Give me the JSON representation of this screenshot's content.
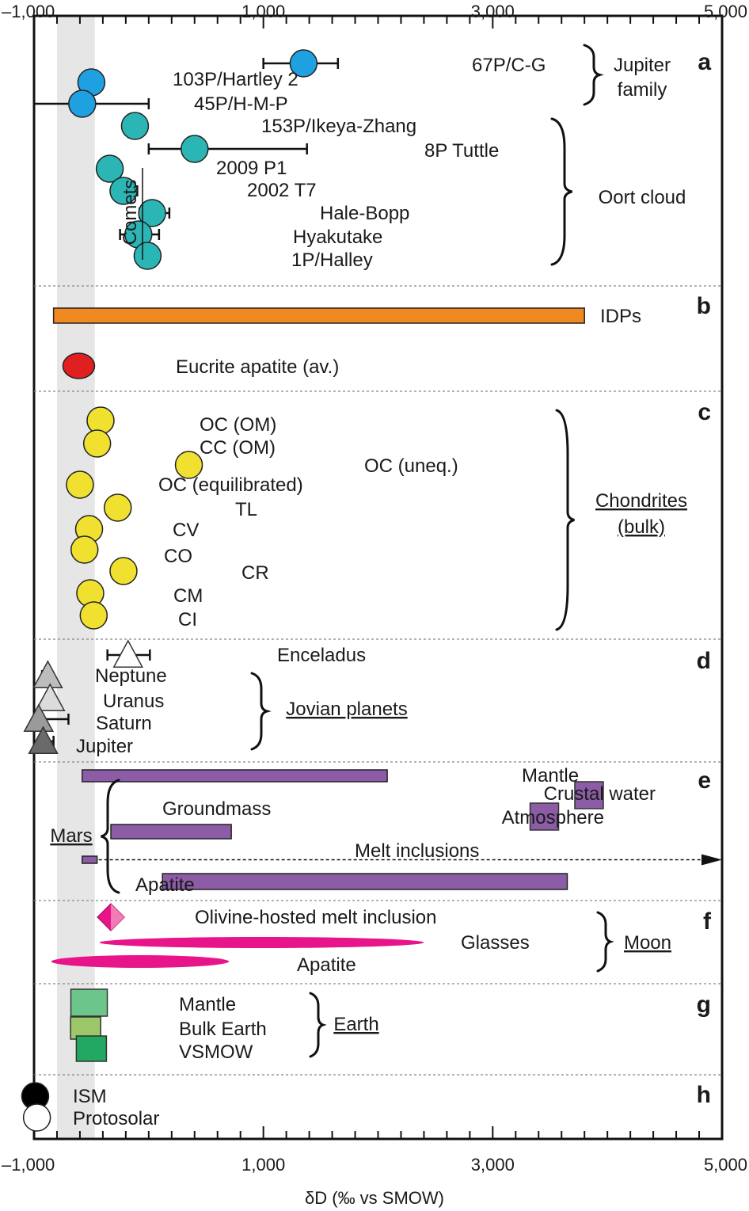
{
  "chart_data": {
    "type": "scatter",
    "title": "",
    "xlabel": "δD (‰ vs SMOW)",
    "xlim": [
      -1000,
      5000
    ],
    "xticks": [
      -1000,
      1000,
      3000,
      5000
    ],
    "xtick_labels": [
      "–1,000",
      "1,000",
      "3,000",
      "5,000"
    ],
    "xminor_step": 200,
    "shaded_band": {
      "name": "Comets",
      "label": "Comets",
      "x_range": [
        -800,
        -470
      ],
      "color": "#dcdcdc"
    },
    "colors": {
      "jupiter_family": "#1fa0e0",
      "oort": "#2bb5b5",
      "idp": "#f08a20",
      "eucrite": "#e02020",
      "chondrite": "#f0e030",
      "mars": "#8c5ca6",
      "moon": "#e8158a",
      "earth_mantle": "#6cc58a",
      "earth_bulk": "#9cc86a",
      "vsmow": "#22a860"
    },
    "panels": [
      {
        "letter": "a",
        "groups": [
          {
            "label": "Jupiter family",
            "label_lines": [
              "Jupiter",
              "family"
            ],
            "underline": false
          },
          {
            "label": "Oort cloud",
            "label_lines": [
              "Oort cloud"
            ],
            "underline": false
          }
        ],
        "points": [
          {
            "label": "67P/C-G",
            "x": 1350,
            "err": [
              1000,
              1650
            ],
            "marker": "circle",
            "color": "#1fa0e0"
          },
          {
            "label": "103P/Hartley 2",
            "x": -500,
            "marker": "circle",
            "color": "#1fa0e0"
          },
          {
            "label": "45P/H-M-P",
            "x": -580,
            "err": [
              -1000,
              0
            ],
            "marker": "circle",
            "color": "#1fa0e0"
          },
          {
            "label": "153P/Ikeya-Zhang",
            "x": -120,
            "marker": "circle",
            "color": "#2bb5b5"
          },
          {
            "label": "8P Tuttle",
            "x": 400,
            "err": [
              0,
              1380
            ],
            "marker": "circle",
            "color": "#2bb5b5"
          },
          {
            "label": "2009 P1",
            "x": -340,
            "marker": "circle",
            "color": "#2bb5b5"
          },
          {
            "label": "2002 T7",
            "x": -220,
            "err": [
              -300,
              -100
            ],
            "marker": "circle",
            "color": "#2bb5b5"
          },
          {
            "label": "Hale-Bopp",
            "x": 30,
            "err": [
              -80,
              180
            ],
            "marker": "circle",
            "color": "#2bb5b5"
          },
          {
            "label": "Hyakutake",
            "x": -90,
            "err": [
              -250,
              90
            ],
            "marker": "circle",
            "color": "#2bb5b5"
          },
          {
            "label": "1P/Halley",
            "x": -10,
            "marker": "circle",
            "color": "#2bb5b5"
          }
        ]
      },
      {
        "letter": "b",
        "groups": [],
        "bars": [
          {
            "label": "IDPs",
            "range": [
              -830,
              3800
            ],
            "color": "#f08a20"
          }
        ],
        "points": [
          {
            "label": "Eucrite apatite (av.)",
            "x": -610,
            "marker": "ellipse",
            "color": "#e02020"
          }
        ]
      },
      {
        "letter": "c",
        "groups": [
          {
            "label": "Chondrites (bulk)",
            "label_lines": [
              "Chondrites",
              "(bulk)"
            ],
            "underline": true
          }
        ],
        "points": [
          {
            "label": "OC (OM)",
            "x": -420,
            "marker": "circle",
            "color": "#f0e030"
          },
          {
            "label": "CC (OM)",
            "x": -450,
            "marker": "circle",
            "color": "#f0e030"
          },
          {
            "label": "OC (uneq.)",
            "x": 350,
            "marker": "circle",
            "color": "#f0e030"
          },
          {
            "label": "OC (equilibrated)",
            "x": -600,
            "marker": "circle",
            "color": "#f0e030"
          },
          {
            "label": "TL",
            "x": -270,
            "marker": "circle",
            "color": "#f0e030"
          },
          {
            "label": "CV",
            "x": -520,
            "marker": "circle",
            "color": "#f0e030"
          },
          {
            "label": "CO",
            "x": -560,
            "marker": "circle",
            "color": "#f0e030"
          },
          {
            "label": "CR",
            "x": -220,
            "marker": "circle",
            "color": "#f0e030"
          },
          {
            "label": "CM",
            "x": -510,
            "marker": "circle",
            "color": "#f0e030"
          },
          {
            "label": "CI",
            "x": -480,
            "marker": "circle",
            "color": "#f0e030"
          }
        ]
      },
      {
        "letter": "d",
        "groups": [
          {
            "label": "Jovian planets",
            "label_lines": [
              "Jovian planets"
            ],
            "underline": true
          }
        ],
        "points": [
          {
            "label": "Enceladus",
            "x": -180,
            "err": [
              -360,
              10
            ],
            "marker": "triangle",
            "color": "#ffffff"
          },
          {
            "label": "Neptune",
            "x": -880,
            "err": [
              -930,
              -850
            ],
            "marker": "triangle",
            "color": "#bdbdbd"
          },
          {
            "label": "Uranus",
            "x": -860,
            "marker": "triangle",
            "color": "#dcdcdc"
          },
          {
            "label": "Saturn",
            "x": -960,
            "err": [
              -990,
              -700
            ],
            "marker": "triangle",
            "color": "#9a9a9a"
          },
          {
            "label": "Jupiter",
            "x": -920,
            "err": [
              -960,
              -830
            ],
            "marker": "triangle",
            "color": "#6a6a6a"
          }
        ]
      },
      {
        "letter": "e",
        "groups": [
          {
            "label": "Mars",
            "label_lines": [
              "Mars"
            ],
            "underline": true
          }
        ],
        "bars": [
          {
            "label": "Mantle",
            "range": [
              -580,
              2080
            ],
            "color": "#8c5ca6"
          },
          {
            "label": "Groundmass",
            "range": [
              -330,
              720
            ],
            "color": "#8c5ca6"
          },
          {
            "label": "Melt inclusions",
            "range": [
              -580,
              -450
            ],
            "arrow_to": 5000,
            "color": "#8c5ca6"
          },
          {
            "label": "Apatite",
            "range": [
              120,
              3650
            ],
            "color": "#8c5ca6"
          }
        ],
        "points": [
          {
            "label": "Crustal water",
            "x": 3840,
            "marker": "square",
            "color": "#8c5ca6"
          },
          {
            "label": "Atmosphere",
            "x": 3450,
            "marker": "square",
            "color": "#8c5ca6"
          }
        ]
      },
      {
        "letter": "f",
        "groups": [
          {
            "label": "Moon",
            "label_lines": [
              "Moon"
            ],
            "underline": true
          }
        ],
        "points": [
          {
            "label": "Olivine-hosted melt inclusion",
            "x": -330,
            "marker": "diamond",
            "color": "#e8158a"
          }
        ],
        "bars": [
          {
            "label": "Glasses",
            "range": [
              -430,
              2400
            ],
            "shape": "ellipse",
            "color": "#e8158a"
          },
          {
            "label": "Apatite",
            "range": [
              -850,
              700
            ],
            "shape": "ellipse",
            "color": "#e8158a"
          }
        ]
      },
      {
        "letter": "g",
        "groups": [
          {
            "label": "Earth",
            "label_lines": [
              "Earth"
            ],
            "underline": true
          }
        ],
        "points": [
          {
            "label": "Mantle",
            "x": -520,
            "marker": "square",
            "color": "#6cc58a"
          },
          {
            "label": "Bulk Earth",
            "x": -550,
            "marker": "square",
            "color": "#9cc86a"
          },
          {
            "label": "VSMOW",
            "x": -500,
            "marker": "square",
            "color": "#22a860"
          }
        ]
      },
      {
        "letter": "h",
        "groups": [],
        "points": [
          {
            "label": "ISM",
            "x": -990,
            "marker": "circle",
            "color": "#000000"
          },
          {
            "label": "Protosolar",
            "x": -975,
            "marker": "circle",
            "color": "#ffffff"
          }
        ]
      }
    ]
  }
}
